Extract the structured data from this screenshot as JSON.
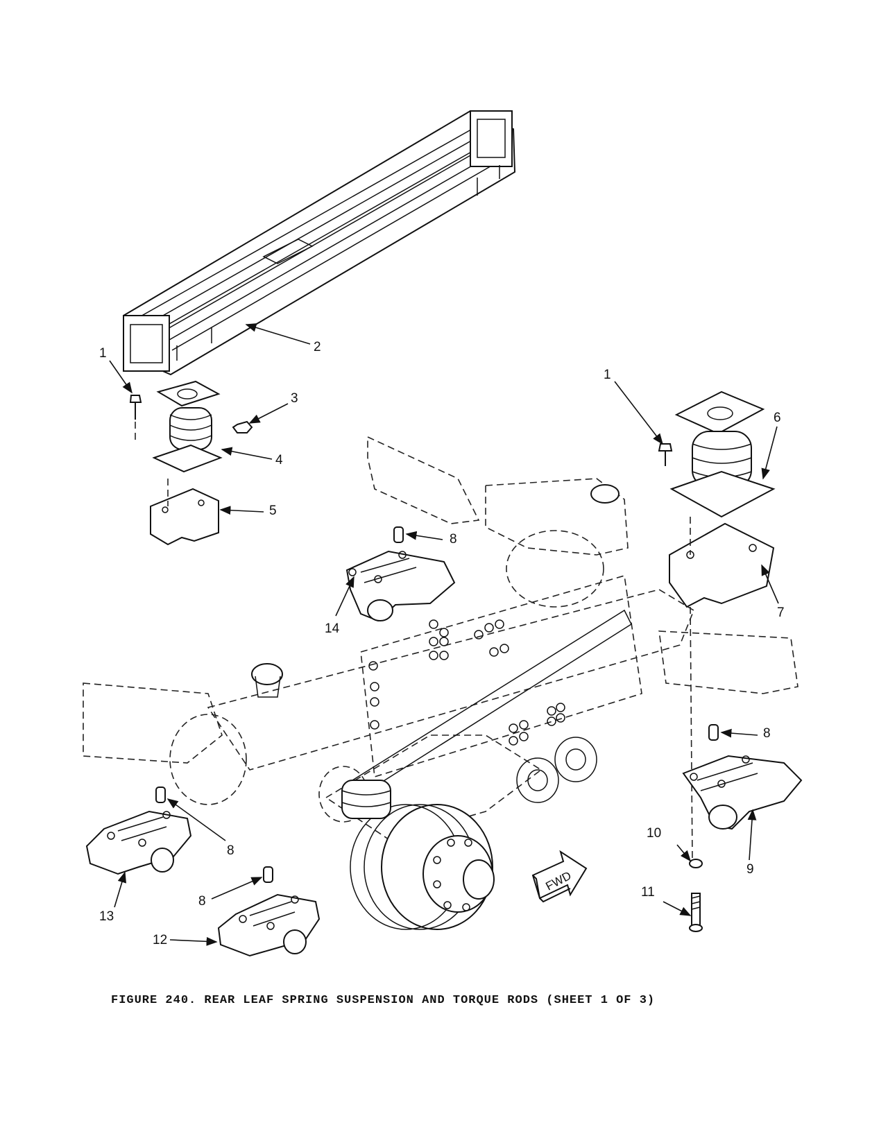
{
  "figure": {
    "caption": "FIGURE 240.   REAR LEAF SPRING SUSPENSION AND TORQUE RODS (SHEET 1 OF 3)"
  },
  "callouts": {
    "c1a": "1",
    "c2": "2",
    "c3": "3",
    "c4": "4",
    "c5": "5",
    "c1b": "1",
    "c6": "6",
    "c7": "7",
    "c8a": "8",
    "c14": "14",
    "c8b": "8",
    "c9": "9",
    "c10": "10",
    "c11": "11",
    "c8c": "8",
    "c13": "13",
    "c8d": "8",
    "c12": "12"
  },
  "fwd_label": "FWD"
}
